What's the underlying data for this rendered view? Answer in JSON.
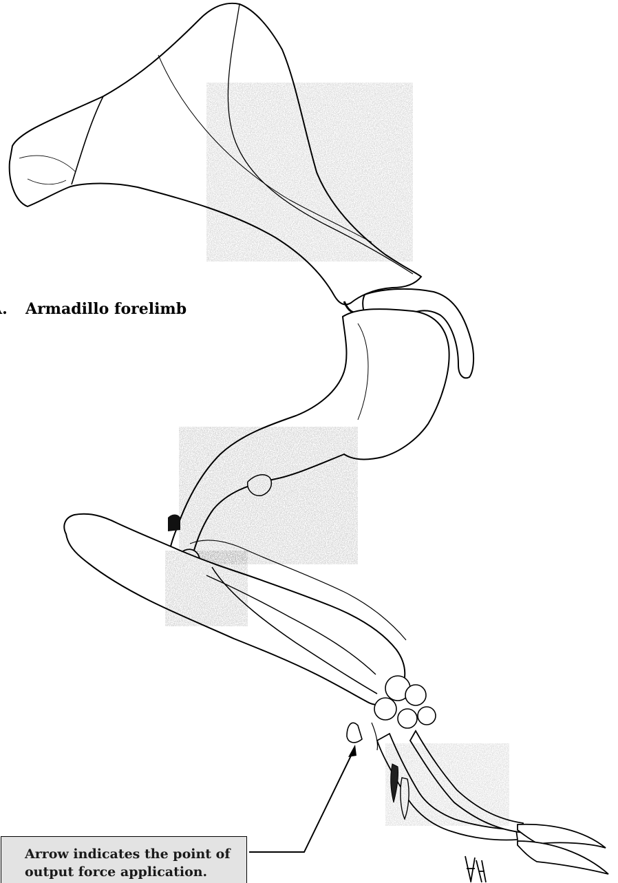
{
  "figure": {
    "letter": "A.",
    "title": "Armadillo forelimb",
    "caption": "Arrow indicates the point of output force application.",
    "artist_signature": "HA"
  }
}
